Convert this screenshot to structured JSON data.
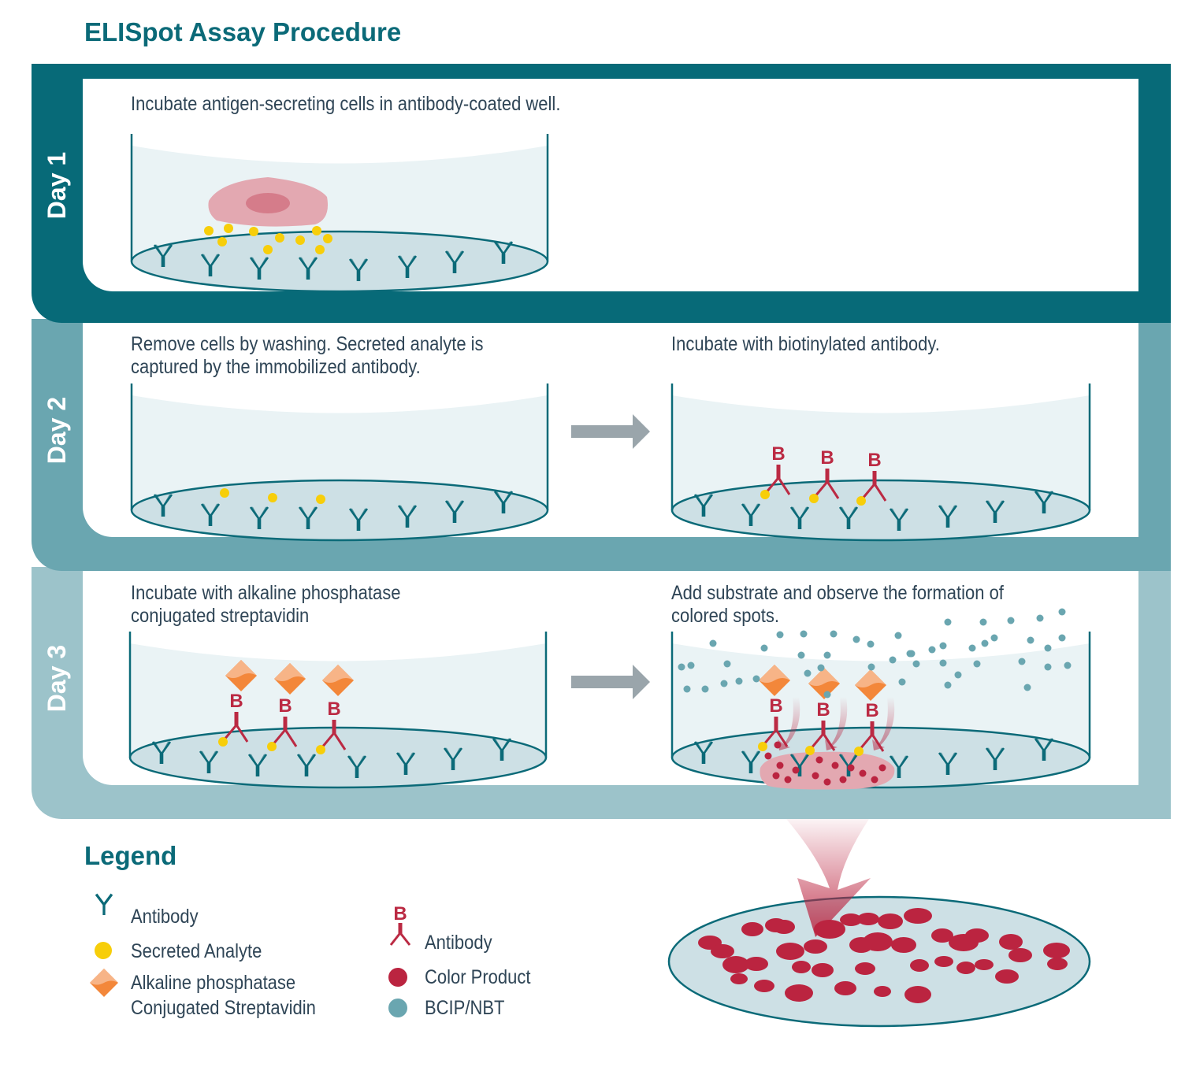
{
  "title": "ELISpot Assay Procedure",
  "colors": {
    "day1": "#076a78",
    "day2": "#6aa6b0",
    "day3": "#9cc3ca",
    "antibody": "#0b6a78",
    "biotin_antibody": "#bb2a43",
    "analyte": "#f7ce0a",
    "enzyme": "#f3873a",
    "substrate": "#6aa6b0",
    "color_product": "#bb2440",
    "arrow": "#9aa5ab"
  },
  "days": [
    {
      "label": "Day 1",
      "steps": [
        {
          "caption": [
            "Incubate antigen-secreting cells in antibody-coated well."
          ]
        }
      ]
    },
    {
      "label": "Day 2",
      "steps": [
        {
          "caption": [
            "Remove cells by washing. Secreted analyte is",
            "captured by the immobilized antibody."
          ]
        },
        {
          "caption": [
            "Incubate with biotinylated antibody."
          ]
        }
      ]
    },
    {
      "label": "Day 3",
      "steps": [
        {
          "caption": [
            "Incubate with alkaline phosphatase",
            "conjugated streptavidin"
          ]
        },
        {
          "caption": [
            "Add substrate and observe the formation of",
            "colored spots."
          ]
        }
      ]
    }
  ],
  "legend": {
    "title": "Legend",
    "items": [
      {
        "icon": "antibody-icon",
        "label": [
          "Antibody"
        ]
      },
      {
        "icon": "secreted-analyte-icon",
        "label": [
          "Secreted Analyte"
        ]
      },
      {
        "icon": "streptavidin-icon",
        "label": [
          "Alkaline phosphatase",
          "Conjugated Streptavidin"
        ]
      },
      {
        "icon": "biotinylated-antibody-icon",
        "biotin_letter": "B",
        "label": [
          "Antibody"
        ]
      },
      {
        "icon": "color-product-icon",
        "label": [
          "Color Product"
        ]
      },
      {
        "icon": "bcip-nbt-icon",
        "label": [
          "BCIP/NBT"
        ]
      }
    ]
  },
  "biotin_letter": "B"
}
